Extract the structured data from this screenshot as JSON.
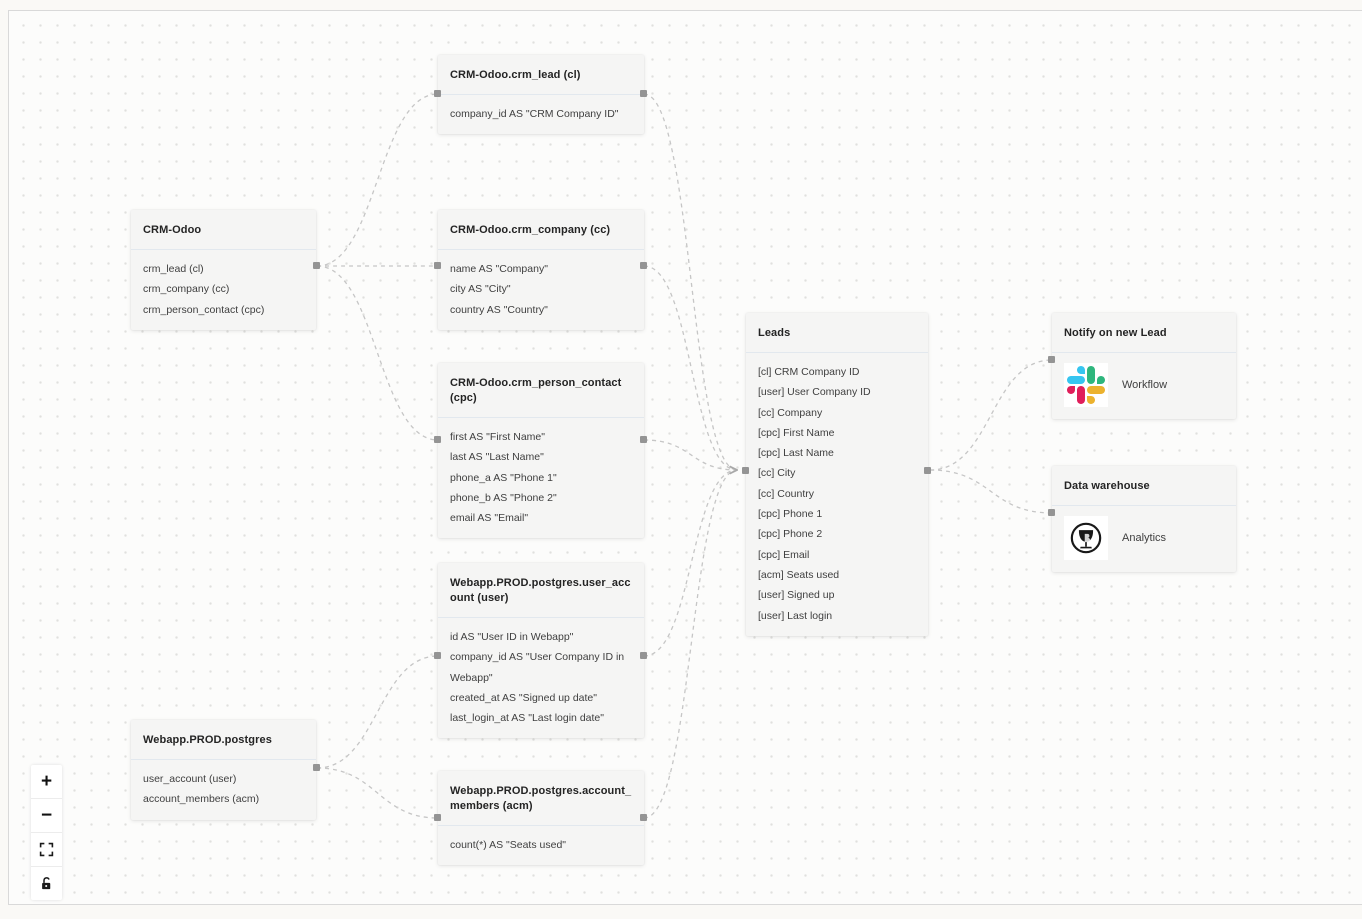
{
  "diagram": {
    "type": "data-pipeline-flow",
    "nodes": {
      "crm_lead": {
        "title": "CRM-Odoo.crm_lead (cl)",
        "rows": [
          "company_id AS \"CRM Company ID\""
        ]
      },
      "crm_odoo": {
        "title": "CRM-Odoo",
        "rows": [
          "crm_lead (cl)",
          "crm_company (cc)",
          "crm_person_contact (cpc)"
        ]
      },
      "crm_company": {
        "title": "CRM-Odoo.crm_company (cc)",
        "rows": [
          "name AS \"Company\"",
          "city AS \"City\"",
          "country AS \"Country\""
        ]
      },
      "crm_person_contact": {
        "title": "CRM-Odoo.crm_person_contact (cpc)",
        "rows": [
          "first AS \"First Name\"",
          "last AS \"Last Name\"",
          "phone_a AS \"Phone 1\"",
          "phone_b AS \"Phone 2\"",
          "email AS \"Email\""
        ]
      },
      "leads": {
        "title": "Leads",
        "rows": [
          "[cl] CRM Company ID",
          "[user] User Company ID",
          "[cc] Company",
          "[cpc] First Name",
          "[cpc] Last Name",
          "[cc] City",
          "[cc] Country",
          "[cpc] Phone 1",
          "[cpc] Phone 2",
          "[cpc] Email",
          "[acm] Seats used",
          "[user] Signed up",
          "[user] Last login"
        ]
      },
      "user_account": {
        "title": "Webapp.PROD.postgres.user_account (user)",
        "rows": [
          "id AS \"User ID in Webapp\"",
          "company_id AS \"User Company ID in Webapp\"",
          "created_at AS \"Signed up date\"",
          "last_login_at AS \"Last login date\""
        ]
      },
      "postgres": {
        "title": "Webapp.PROD.postgres",
        "rows": [
          "user_account (user)",
          "account_members (acm)"
        ]
      },
      "account_members": {
        "title": "Webapp.PROD.postgres.account_members (acm)",
        "rows": [
          "count(*) AS \"Seats used\""
        ]
      },
      "notify": {
        "title": "Notify on new Lead",
        "label": "Workflow",
        "icon": "slack-icon"
      },
      "warehouse": {
        "title": "Data warehouse",
        "label": "Analytics",
        "icon": "analytics-icon"
      }
    },
    "edges": [
      {
        "source": "crm_odoo",
        "target": "crm_lead"
      },
      {
        "source": "crm_odoo",
        "target": "crm_company"
      },
      {
        "source": "crm_odoo",
        "target": "crm_person_contact"
      },
      {
        "source": "postgres",
        "target": "user_account"
      },
      {
        "source": "postgres",
        "target": "account_members"
      },
      {
        "source": "crm_lead",
        "target": "leads",
        "arrow": true
      },
      {
        "source": "crm_company",
        "target": "leads",
        "arrow": true
      },
      {
        "source": "crm_person_contact",
        "target": "leads",
        "arrow": true
      },
      {
        "source": "user_account",
        "target": "leads",
        "arrow": true
      },
      {
        "source": "account_members",
        "target": "leads",
        "arrow": true
      },
      {
        "source": "leads",
        "target": "notify"
      },
      {
        "source": "leads",
        "target": "warehouse"
      }
    ]
  },
  "controls": {
    "zoom_in": "+",
    "zoom_out": "−",
    "fit_view_icon": "fit-view-icon",
    "lock_icon": "unlock-icon"
  },
  "colors": {
    "node_bg": "#f5f5f4",
    "divider": "#e2e8ee",
    "edge": "#c6c6c6",
    "port": "#949494",
    "slack_blue": "#36C5F0",
    "slack_green": "#2EB67D",
    "slack_yellow": "#ECB22E",
    "slack_red": "#E01E5A"
  }
}
